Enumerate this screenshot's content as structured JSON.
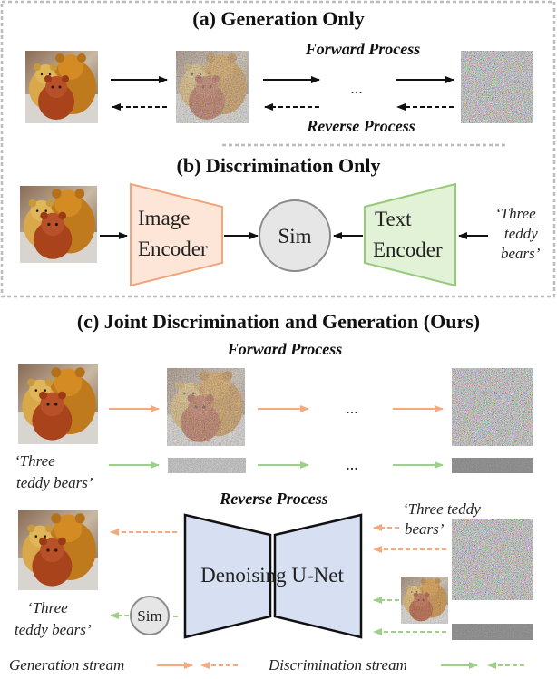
{
  "colors": {
    "orange": "#f4a97f",
    "green": "#9fd08a",
    "image_encoder_fill": "#fde6d8",
    "image_encoder_stroke": "#f0a57a",
    "text_encoder_fill": "#e2f2d6",
    "text_encoder_stroke": "#97c97a",
    "unet_fill": "#d7e0f3",
    "sim_fill": "#e6e6e6",
    "dashed_border": "#bdbdbd"
  },
  "panel_a": {
    "title": "(a) Generation Only",
    "forward_label": "Forward Process",
    "reverse_label": "Reverse Process",
    "ellipsis": "..."
  },
  "panel_b": {
    "title": "(b) Discrimination Only",
    "image_encoder_line1": "Image",
    "image_encoder_line2": "Encoder",
    "sim": "Sim",
    "text_encoder_line1": "Text",
    "text_encoder_line2": "Encoder",
    "caption_line1": "‘Three",
    "caption_line2": "teddy",
    "caption_line3": "bears’"
  },
  "panel_c": {
    "title": "(c) Joint Discrimination and Generation (Ours)",
    "forward_label": "Forward Process",
    "reverse_label": "Reverse Process",
    "ellipsis": "...",
    "caption_left_line1": "‘Three",
    "caption_left_line2": "teddy bears’",
    "caption_right_line1": "‘Three teddy",
    "caption_right_line2": "bears’",
    "unet_label": "Denoising U-Net",
    "sim": "Sim",
    "caption_out_line1": "‘Three",
    "caption_out_line2": "teddy bears’"
  },
  "legend": {
    "generation": "Generation stream",
    "discrimination": "Discrimination stream"
  }
}
